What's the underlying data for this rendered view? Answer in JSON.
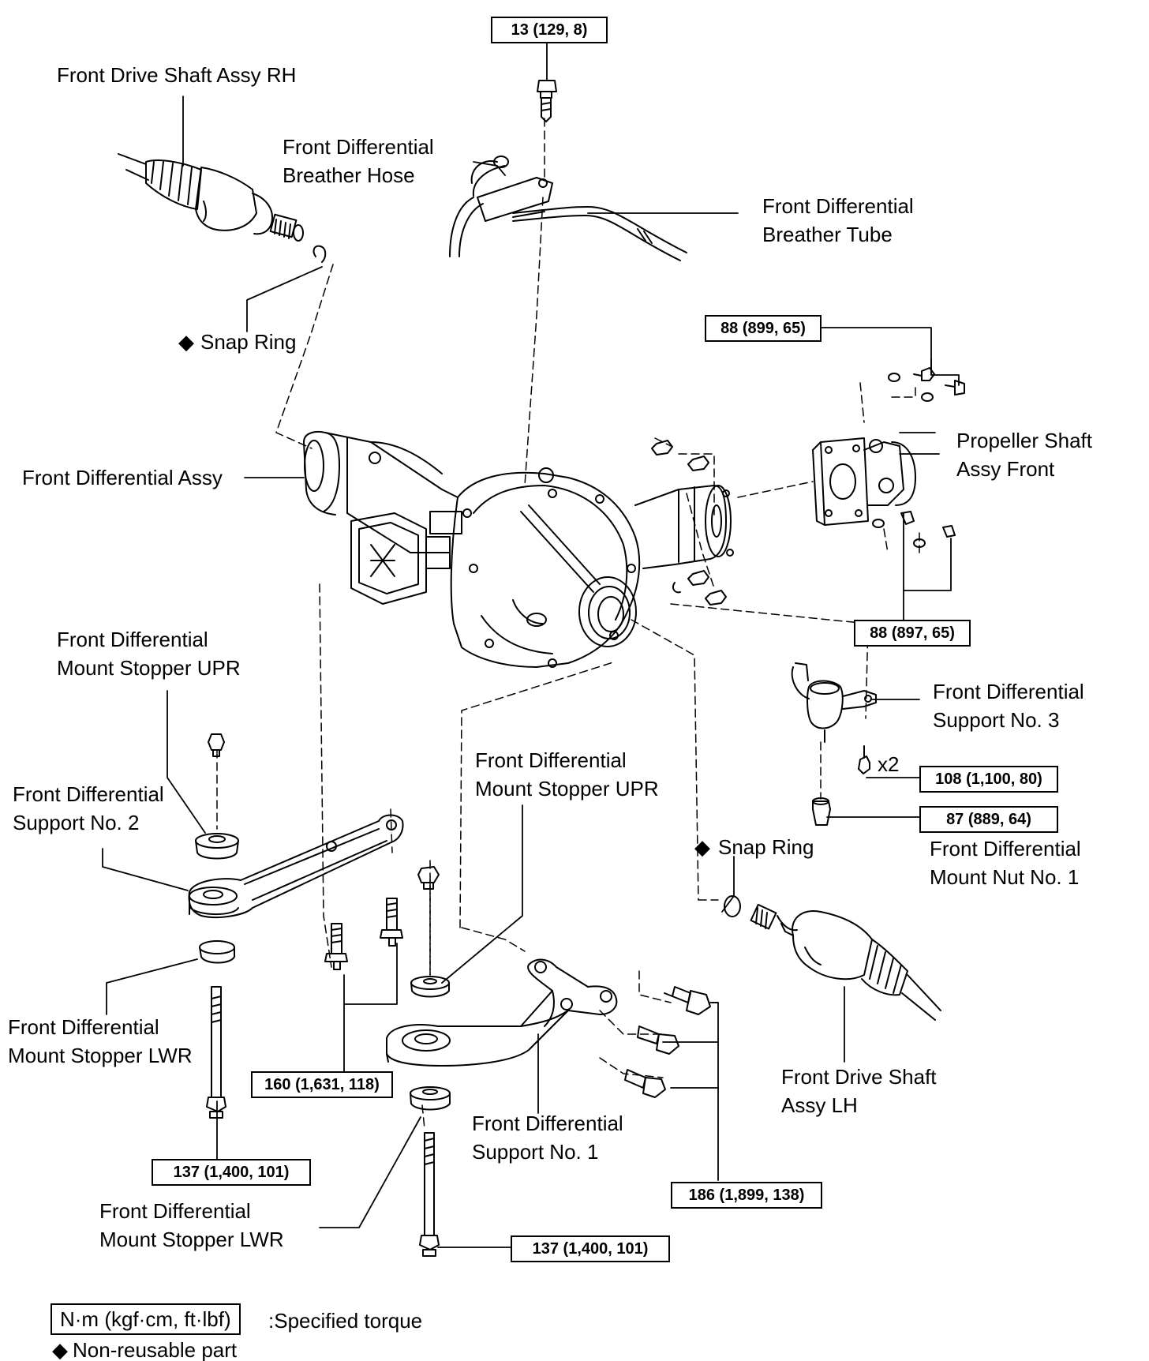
{
  "labels": {
    "front_drive_shaft_rh": "Front Drive Shaft Assy RH",
    "breather_hose_1": "Front Differential",
    "breather_hose_2": "Breather Hose",
    "breather_tube_1": "Front Differential",
    "breather_tube_2": "Breather Tube",
    "snap_ring_top": "Snap Ring",
    "front_diff_assy": "Front Differential Assy",
    "propeller_shaft_1": "Propeller Shaft",
    "propeller_shaft_2": "Assy Front",
    "mount_stopper_upr_left_1": "Front Differential",
    "mount_stopper_upr_left_2": "Mount Stopper UPR",
    "support_no2_1": "Front Differential",
    "support_no2_2": "Support No. 2",
    "mount_stopper_upr_mid_1": "Front Differential",
    "mount_stopper_upr_mid_2": "Mount Stopper UPR",
    "support_no3_1": "Front Differential",
    "support_no3_2": "Support No. 3",
    "x2": "x2",
    "snap_ring_lower": "Snap Ring",
    "mount_nut_1": "Front Differential",
    "mount_nut_2": "Mount Nut No. 1",
    "mount_stopper_lwr_left_1": "Front Differential",
    "mount_stopper_lwr_left_2": "Mount Stopper LWR",
    "front_drive_shaft_lh_1": "Front Drive Shaft",
    "front_drive_shaft_lh_2": "Assy LH",
    "support_no1_1": "Front Differential",
    "support_no1_2": "Support No. 1",
    "mount_stopper_lwr_bottom_1": "Front Differential",
    "mount_stopper_lwr_bottom_2": "Mount Stopper LWR"
  },
  "torques": {
    "t_top": "13 (129, 8)",
    "t_prop_upper": "88 (899, 65)",
    "t_prop_lower": "88 (897, 65)",
    "t_support3": "108 (1,100, 80)",
    "t_nut1": "87 (889, 64)",
    "t_support2": "160 (1,631, 118)",
    "t_stud_left": "137 (1,400, 101)",
    "t_support1": "186 (1,899, 138)",
    "t_stud_bottom": "137 (1,400, 101)"
  },
  "legend": {
    "box": "N·m (kgf·cm, ft·lbf)",
    "specified": ":Specified torque",
    "non_reusable": "Non-reusable  part",
    "diamond": "◆"
  }
}
